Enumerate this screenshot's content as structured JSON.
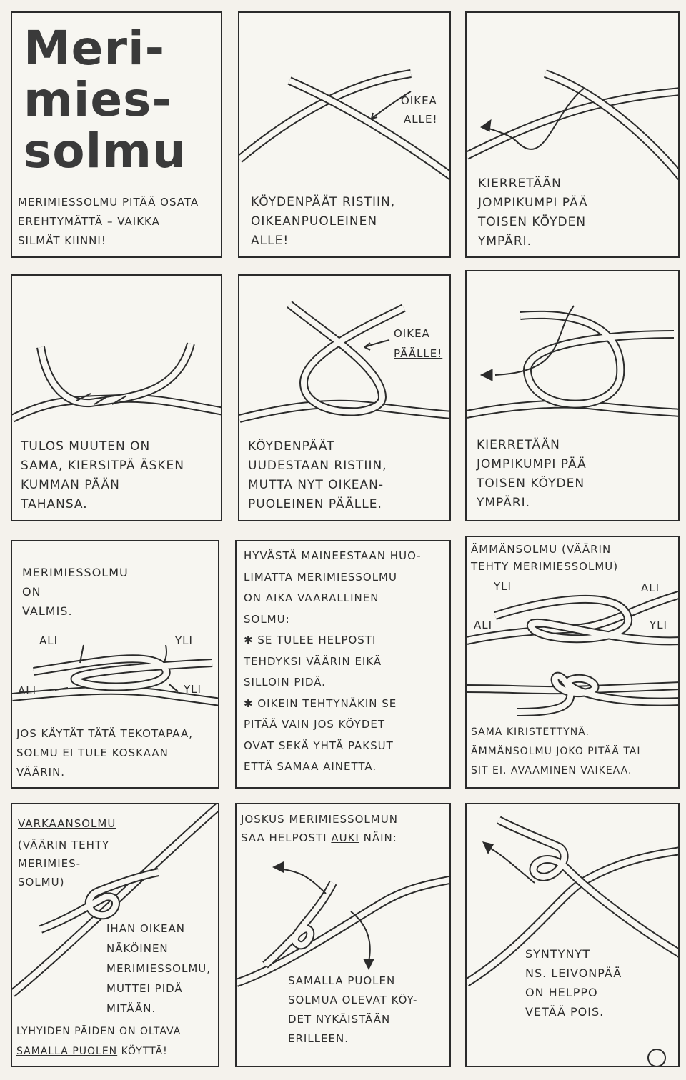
{
  "title": {
    "line1": "Meri-",
    "line2": "mies-",
    "line3": "solmu"
  },
  "panels": {
    "p1": {
      "lines": [
        "MERIMIESSOLMU PITÄÄ OSATA",
        "EREHTYMÄTTÄ – VAIKKA",
        "SILMÄT KIINNI!"
      ]
    },
    "p2": {
      "lines": [
        "KÖYDENPÄÄT RISTIIN,",
        "OIKEANPUOLEINEN",
        "ALLE!"
      ],
      "label1": "OIKEA",
      "label2": "ALLE!"
    },
    "p3": {
      "lines": [
        "KIERRETÄÄN",
        "JOMPIKUMPI PÄÄ",
        "TOISEN KÖYDEN",
        "YMPÄRI."
      ]
    },
    "p4": {
      "lines": [
        "TULOS MUUTEN ON",
        "SAMA, KIERSITPÄ ÄSKEN",
        "KUMMAN PÄÄN",
        "TAHANSA."
      ]
    },
    "p5": {
      "lines": [
        "KÖYDENPÄÄT",
        "UUDESTAAN RISTIIN,",
        "MUTTA NYT OIKEAN-",
        "PUOLEINEN PÄÄLLE."
      ],
      "label1": "OIKEA",
      "label2": "PÄÄLLE!"
    },
    "p6": {
      "lines": [
        "KIERRETÄÄN",
        "JOMPIKUMPI PÄÄ",
        "TOISEN KÖYDEN",
        "YMPÄRI."
      ]
    },
    "p7": {
      "top": [
        "MERIMIESSOLMU",
        "ON",
        "VALMIS."
      ],
      "bottom": [
        "JOS KÄYTÄT TÄTÄ TEKOTAPAA,",
        "SOLMU EI TULE KOSKAAN",
        "VÄÄRIN."
      ],
      "ali1": "ALI",
      "ali2": "ALI",
      "yli1": "YLI",
      "yli2": "YLI"
    },
    "p8": {
      "lines": [
        "HYVÄSTÄ MAINEESTAAN HUO-",
        "LIMATTA MERIMIESSOLMU",
        "ON AIKA VAARALLINEN",
        "SOLMU:",
        "✱ SE TULEE HELPOSTI",
        "TEHDYKSI VÄÄRIN EIKÄ",
        "SILLOIN PIDÄ.",
        "✱ OIKEIN TEHTYNÄKIN SE",
        "PITÄÄ VAIN JOS KÖYDET",
        "OVAT SEKÄ YHTÄ PAKSUT",
        "ETTÄ SAMAA AINETTA."
      ]
    },
    "p9": {
      "head1": "ÄMMÄNSOLMU",
      "head2": " (VÄÄRIN",
      "head3": "TEHTY MERIMIESSOLMU)",
      "yli1": "YLI",
      "ali1": "ALI",
      "ali2": "ALI",
      "yli2": "YLI",
      "bottom": [
        "SAMA KIRISTETTYNÄ.",
        "ÄMMÄNSOLMU JOKO PITÄÄ TAI",
        "SIT EI. AVAAMINEN VAIKEAA."
      ]
    },
    "p10": {
      "head": "VARKAANSOLMU",
      "sub": [
        "(VÄÄRIN TEHTY",
        "MERIMIES-",
        "SOLMU)"
      ],
      "mid": [
        "IHAN OIKEAN",
        "NÄKÖINEN",
        "MERIMIESSOLMU,",
        "MUTTEI PIDÄ",
        "MITÄÄN."
      ],
      "bottom1": "LYHYIDEN PÄIDEN ON OLTAVA",
      "bottom2": "SAMALLA PUOLEN",
      "bottom3": " KÖYTTÄ!"
    },
    "p11": {
      "top1": "JOSKUS MERIMIESSOLMUN",
      "top2": "SAA HELPOSTI ",
      "top3": "AUKI",
      "top4": " NÄIN:",
      "bottom": [
        "SAMALLA PUOLEN",
        "SOLMUA OLEVAT KÖY-",
        "DET NYKÄISTÄÄN",
        "ERILLEEN."
      ]
    },
    "p12": {
      "lines": [
        "SYNTYNYT",
        "NS. LEIVONPÄÄ",
        "ON HELPPO",
        "VETÄÄ POIS."
      ]
    }
  }
}
